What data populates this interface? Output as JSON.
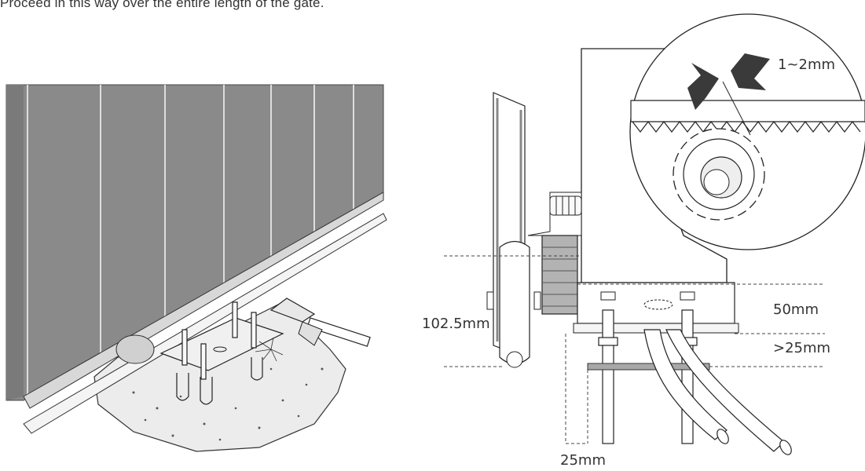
{
  "caption": "Proceed in this way over the entire length of the gate.",
  "labels": {
    "gap": "1~2mm",
    "wheel_height": "102.5mm",
    "plate_height": "50mm",
    "clearance": ">25mm",
    "offset": "25mm"
  },
  "colors": {
    "gate_panel": "#8a8a8a",
    "arrow": "#3a3a3a",
    "rack": "#b3b3b3",
    "line": "#222222"
  }
}
